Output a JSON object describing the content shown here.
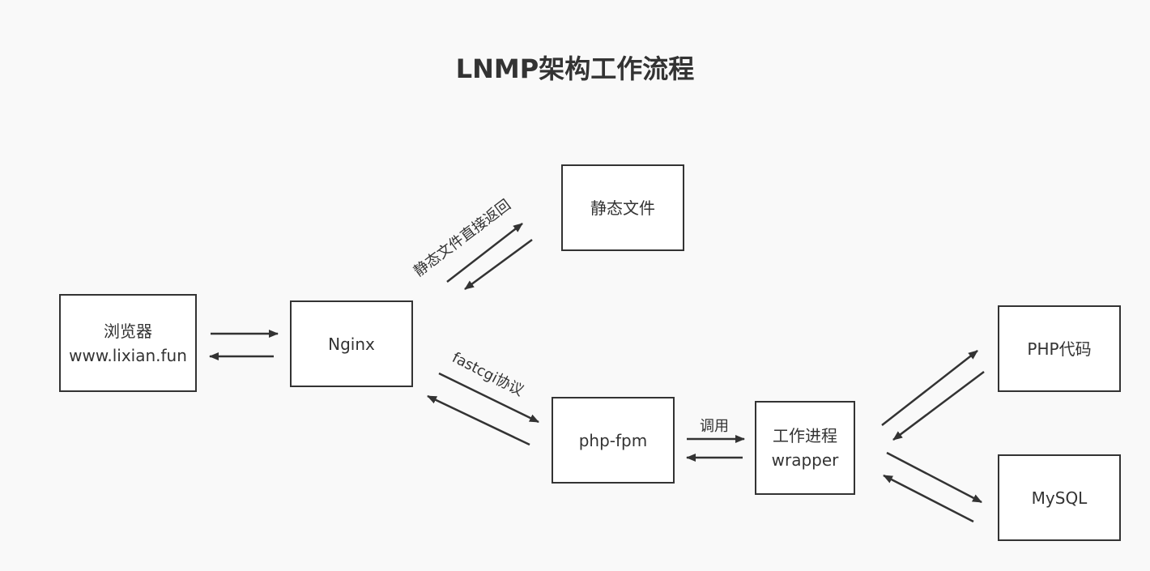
{
  "title": "LNMP架构工作流程",
  "colors": {
    "background": "#f9f9f9",
    "stroke": "#333333",
    "node_fill": "#ffffff"
  },
  "nodes": {
    "browser": {
      "line1": "浏览器",
      "line2": "www.lixian.fun"
    },
    "nginx": {
      "label": "Nginx"
    },
    "static_files": {
      "label": "静态文件"
    },
    "php_fpm": {
      "label": "php-fpm"
    },
    "worker": {
      "line1": "工作进程",
      "line2": "wrapper"
    },
    "php_code": {
      "label": "PHP代码"
    },
    "mysql": {
      "label": "MySQL"
    }
  },
  "edge_labels": {
    "static_return": "静态文件直接返回",
    "fastcgi": "fastcgi协议",
    "invoke": "调用"
  }
}
